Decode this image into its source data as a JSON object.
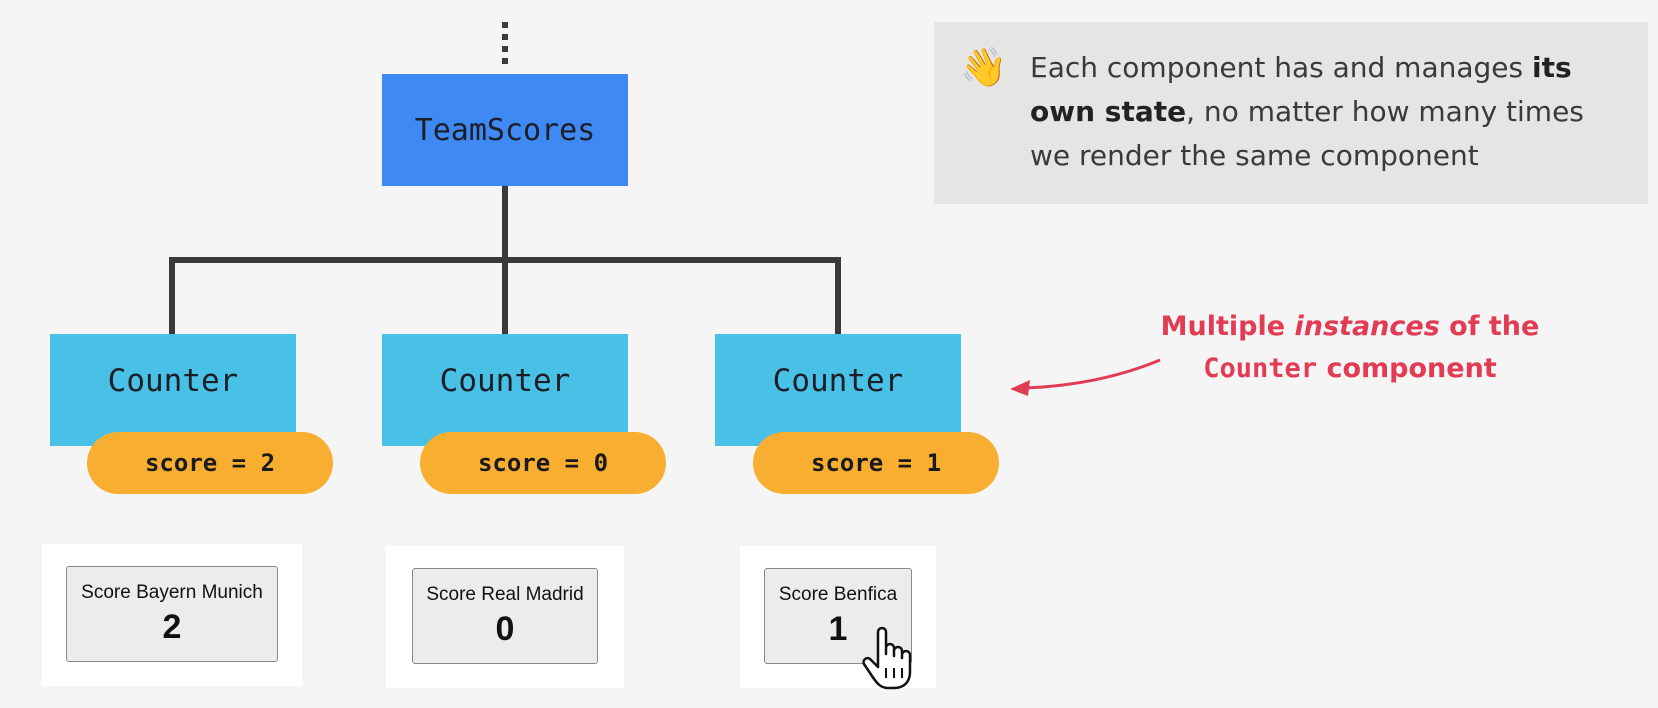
{
  "tree": {
    "parent": "TeamScores",
    "children": [
      {
        "name": "Counter",
        "state": "score = 2"
      },
      {
        "name": "Counter",
        "state": "score = 0"
      },
      {
        "name": "Counter",
        "state": "score = 1"
      }
    ]
  },
  "cards": [
    {
      "label": "Score Bayern Munich",
      "value": "2"
    },
    {
      "label": "Score Real Madrid",
      "value": "0"
    },
    {
      "label": "Score Benfica",
      "value": "1"
    }
  ],
  "note": {
    "emoji": "👋",
    "text_1": "Each component has and manages ",
    "text_2": "its own state",
    "text_3": ", no matter how many times we render the same component"
  },
  "annotation": {
    "line1_a": "Multiple ",
    "line1_b": "instances",
    "line1_c": " of the",
    "line2_a": "Counter",
    "line2_b": " component"
  },
  "colors": {
    "parent_box": "#3f89f5",
    "child_box": "#49c0e6",
    "state_pill": "#f7ae31",
    "annotation": "#e23b54",
    "lines": "#3a3a3a"
  },
  "icons": {
    "cursor": "hand-pointer-icon",
    "wave": "waving-hand-icon",
    "arrow": "curved-arrow-left-icon"
  }
}
